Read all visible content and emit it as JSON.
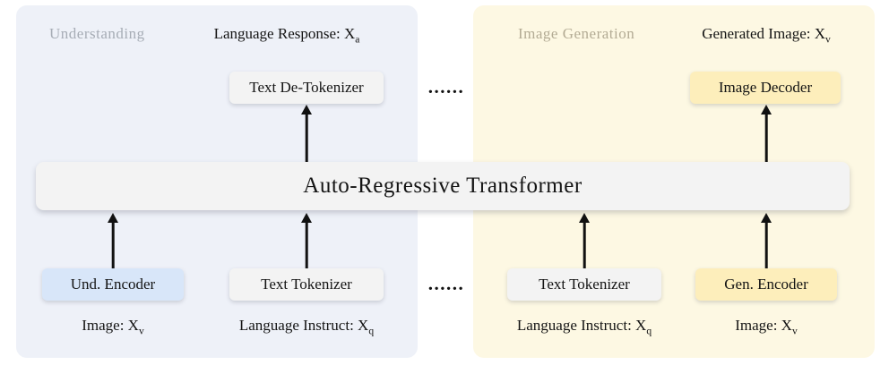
{
  "figure": {
    "transformer_label": "Auto-Regressive Transformer",
    "dots": "......"
  },
  "understanding": {
    "panel_label": "Understanding",
    "output_label": {
      "base": "Language Response: X",
      "sub": "a"
    },
    "detokenizer_label": "Text De-Tokenizer",
    "encoder_label": "Und. Encoder",
    "tokenizer_label": "Text Tokenizer",
    "image_input_label": {
      "base": "Image: X",
      "sub": "v"
    },
    "instruct_input_label": {
      "base": "Language Instruct: X",
      "sub": "q"
    }
  },
  "generation": {
    "panel_label": "Image Generation",
    "output_label": {
      "base": "Generated Image: X",
      "sub": "v"
    },
    "decoder_label": "Image Decoder",
    "encoder_label": "Gen. Encoder",
    "tokenizer_label": "Text Tokenizer",
    "image_input_label": {
      "base": "Image: X",
      "sub": "v"
    },
    "instruct_input_label": {
      "base": "Language Instruct: X",
      "sub": "q"
    }
  },
  "colors": {
    "understanding_panel_bg": "#eef1f8",
    "generation_panel_bg": "#fdf8e3",
    "understanding_encoder_bg": "#d8e6f9",
    "generation_box_bg": "#fdeebb",
    "neutral_box_bg": "#f3f3f3",
    "arrow": "#111111",
    "panel_label_gray": "#a6acb5",
    "panel_label_tan": "#b3ab94"
  }
}
